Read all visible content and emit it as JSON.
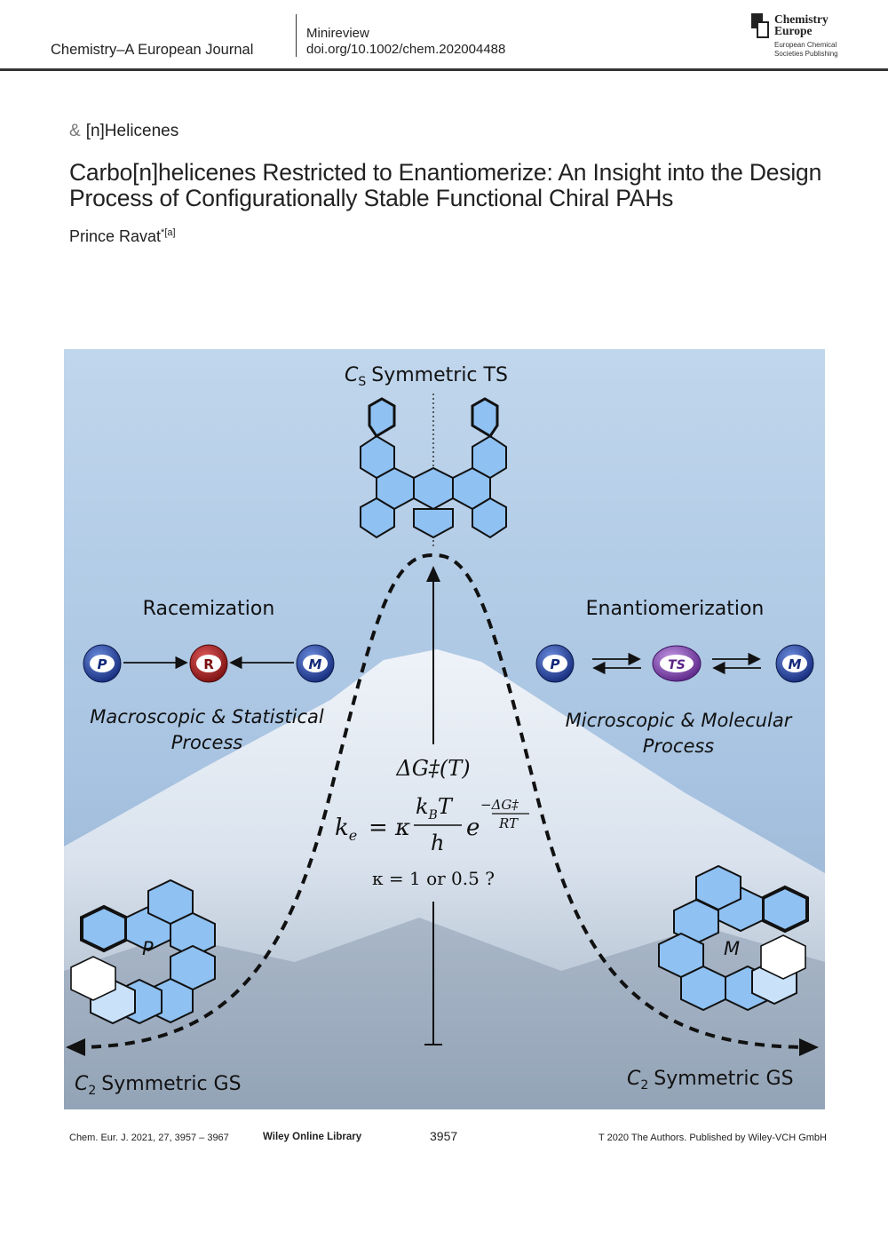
{
  "header": {
    "journal_name": "Chemistry–A European Journal",
    "article_type": "Minireview",
    "doi": "doi.org/10.1002/chem.202004488",
    "publisher_logo_line1": "Chemistry",
    "publisher_logo_line2": "Europe",
    "publisher_sub1": "European Chemical",
    "publisher_sub2": "Societies Publishing"
  },
  "article": {
    "topic_glyph": "&",
    "topic": "[n]Helicenes",
    "title": "Carbo[n]helicenes Restricted to Enantiomerize: An Insight into the Design Process of Configurationally Stable Functional Chiral PAHs",
    "author": "Prince Ravat",
    "author_mark": "*[a]"
  },
  "figure": {
    "ts_label": "Symmetric TS",
    "ts_symbol": "C",
    "ts_symbol_sub": "S",
    "left_heading": "Racemization",
    "right_heading": "Enantiomerization",
    "racemization_nodes": [
      "P",
      "R",
      "M"
    ],
    "enantiomerization_nodes": [
      "P",
      "TS",
      "M"
    ],
    "left_caption_line1": "Macroscopic & Statistical",
    "left_caption_line2": "Process",
    "right_caption_line1": "Microscopic & Molecular",
    "right_caption_line2": "Process",
    "equation_dg": "ΔG‡(T)",
    "equation_lhs": "k",
    "equation_lhs_sub": "e",
    "equation_equals": "= κ",
    "equation_num": "k",
    "equation_num_sub": "B",
    "equation_num_T": "T",
    "equation_den": "h",
    "equation_exp_base": "e",
    "equation_exp_num": "−ΔG‡",
    "equation_exp_den": "RT",
    "kappa_line": "κ = 1 or 0.5 ?",
    "left_helix_label": "P",
    "right_helix_label": "M",
    "gs_symbol": "C",
    "gs_symbol_sub": "2",
    "gs_label": "Symmetric GS",
    "colors": {
      "sky": "#bdd3e9",
      "ring_fill": "#8fc1f2",
      "node_blue": "#1f3d94",
      "node_red": "#a31d1d",
      "node_purple": "#7b3aa8"
    }
  },
  "footer": {
    "citation": "Chem. Eur. J. 2021, 27, 3957 – 3967",
    "library": "Wiley Online Library",
    "page": "3957",
    "copyright": "T  2020 The Authors. Published by Wiley-VCH GmbH"
  }
}
